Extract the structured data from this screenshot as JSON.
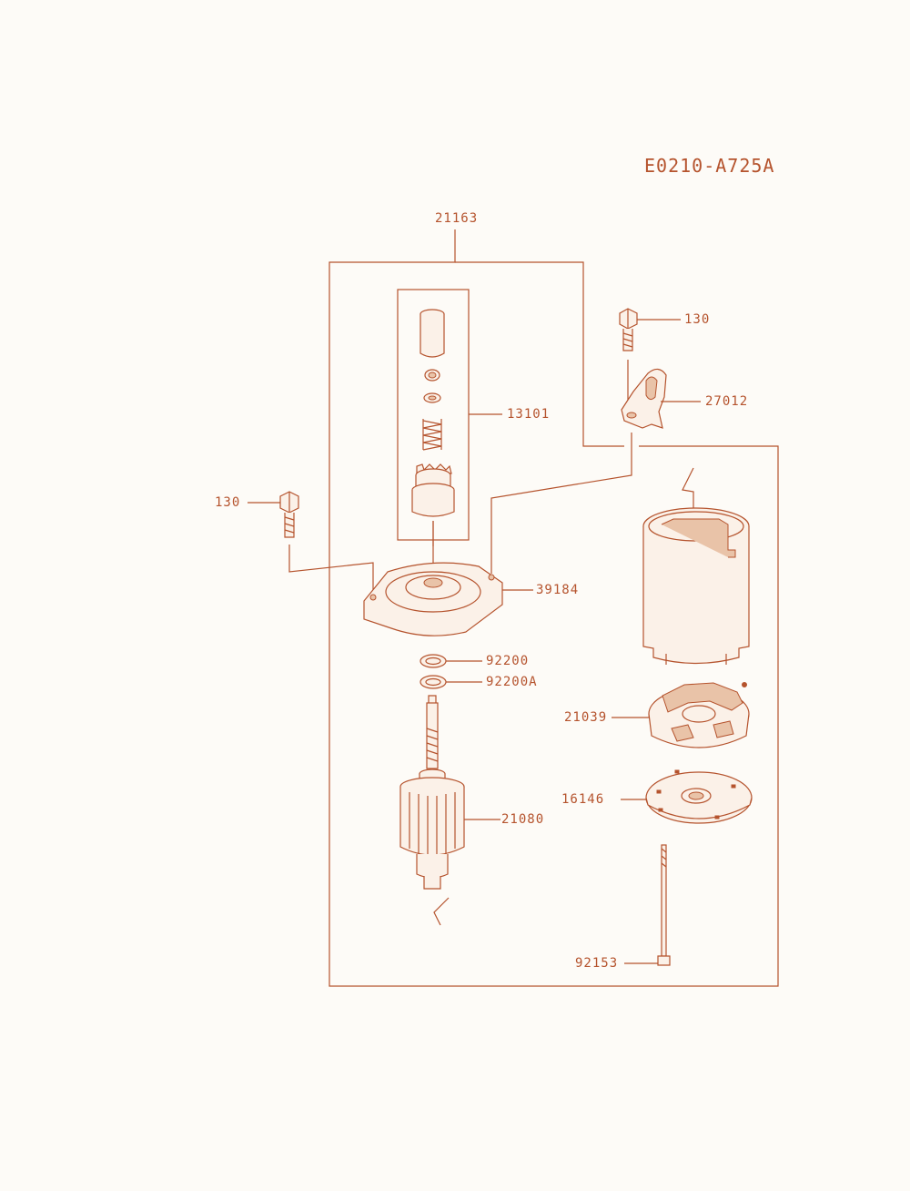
{
  "diagram_code": "E0210-A725A",
  "part_labels": {
    "p21163": "21163",
    "p130_top": "130",
    "p27012": "27012",
    "p13101": "13101",
    "p130_left": "130",
    "p39184": "39184",
    "p92200": "92200",
    "p92200A": "92200A",
    "p21039": "21039",
    "p16146": "16146",
    "p21080": "21080",
    "p92153": "92153"
  },
  "colors": {
    "line": "#b5532d",
    "background": "#fdfbf7"
  }
}
